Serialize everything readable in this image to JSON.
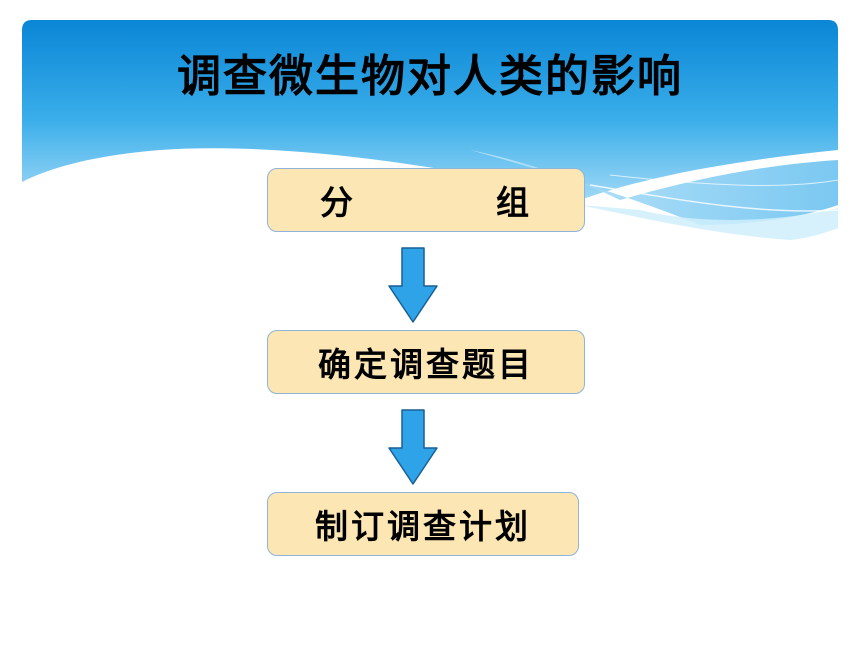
{
  "slide": {
    "title": "调查微生物对人类的影响"
  },
  "flow": {
    "steps": [
      {
        "parts": [
          "分",
          "组"
        ]
      },
      {
        "label": "确定调查题目"
      },
      {
        "label": "制订调查计划"
      }
    ]
  },
  "colors": {
    "banner_top": "#0a86d6",
    "banner_bottom": "#8fd0f5",
    "box_fill": "#fbe6b4",
    "box_border": "#8fb3d9",
    "arrow_fill": "#2ea3e8",
    "arrow_stroke": "#1a5f94"
  }
}
